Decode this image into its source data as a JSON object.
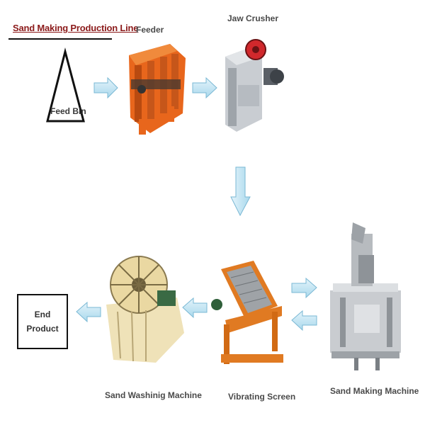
{
  "title": "Sand Making Production Line",
  "nodes": {
    "feed_bin": "Feed Bin",
    "feeder": "Feeder",
    "jaw_crusher": "Jaw Crusher",
    "sand_making_machine": "Sand Making Machine",
    "vibrating_screen": "Vibrating Screen",
    "sand_washing_machine": "Sand Washinig Machine",
    "end_product_line1": "End",
    "end_product_line2": "Product"
  },
  "colors": {
    "title": "#8b1a1a",
    "arrow_fill": "#bfe4f2",
    "arrow_stroke": "#7ab8d4",
    "feeder_orange": "#e8661c",
    "crusher_grey": "#c9cdd2",
    "washer_cream": "#efe2b8",
    "screen_orange": "#e07a22"
  }
}
